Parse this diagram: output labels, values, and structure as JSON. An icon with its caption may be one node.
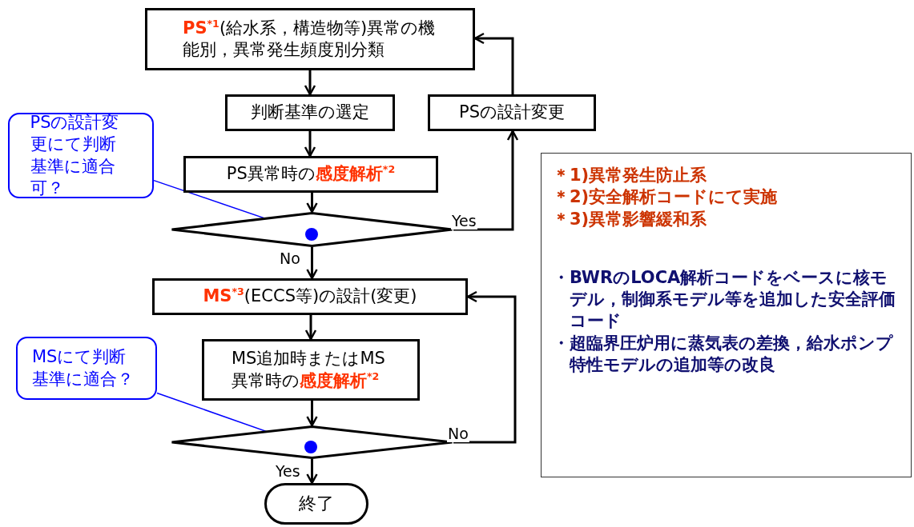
{
  "diagram": {
    "nodes": [
      {
        "text": [
          "**PS**$^{*1}$(給水系，構造物等)異常の機能別，異常発生頻度別分類"
        ]
      },
      {
        "text": [
          "判断基準の選定"
        ]
      },
      {
        "text": [
          "PSの設計変更"
        ]
      },
      {
        "text": [
          "PS異常時の**感度解析**$^{*2}$"
        ]
      },
      {
        "text": [],
        "shape": "diamond"
      },
      {
        "text": [],
        "shape": "circle",
        "in": 4
      },
      {
        "text": [
          "**MS**$^{*3}$(ECCS等)の設計(変更)"
        ]
      },
      {
        "text": [
          "MS追加時またはMS異常時の**感度解析**$^{*2}$"
        ]
      },
      {
        "text": [],
        "shape": "diamond"
      },
      {
        "text": [],
        "shape": "circle",
        "in": 8
      },
      {
        "text": [
          "終了"
        ]
      },
      {
        "text": [
          "PSの設計変更にて判断基準に適合可？"
        ]
      },
      {
        "text": [
          "MSにて判断基準に適合？"
        ]
      },
      {
        "text": [
          "＊1)異常発生防止系",
          "＊2)安全解析コードにて実施",
          "＊3)異常影響緩和系",
          "・BWRのLOCA解析コードをベースに核モデル，制御系モデル等を追加した安全評価コード",
          "・超臨界圧炉用に蒸気表の差換，給水ポンプ特性モデルの追加等の改良"
        ]
      }
    ],
    "edges": [
      {
        "from": 0,
        "to": 1,
        "arrow": "to"
      },
      {
        "from": 1,
        "to": 3,
        "arrow": "to"
      },
      {
        "from": 3,
        "to": 4,
        "arrow": "to"
      },
      {
        "from": 4,
        "to": 2,
        "arrow": "to",
        "label": "Yes"
      },
      {
        "from": 2,
        "to": 0,
        "arrow": "to"
      },
      {
        "from": 4,
        "to": 6,
        "arrow": "to",
        "label": "No"
      },
      {
        "from": 6,
        "to": 7,
        "arrow": "to"
      },
      {
        "from": 7,
        "to": 8,
        "arrow": "to"
      },
      {
        "from": 8,
        "to": 6,
        "arrow": "to",
        "label": "No"
      },
      {
        "from": 8,
        "to": 10,
        "arrow": "to",
        "label": "Yes"
      },
      {
        "from": 11,
        "to": 5,
        "arrow": "none",
        "color": "#0000ff"
      },
      {
        "from": 12,
        "to": 9,
        "arrow": "none",
        "color": "#0000ff"
      }
    ]
  }
}
